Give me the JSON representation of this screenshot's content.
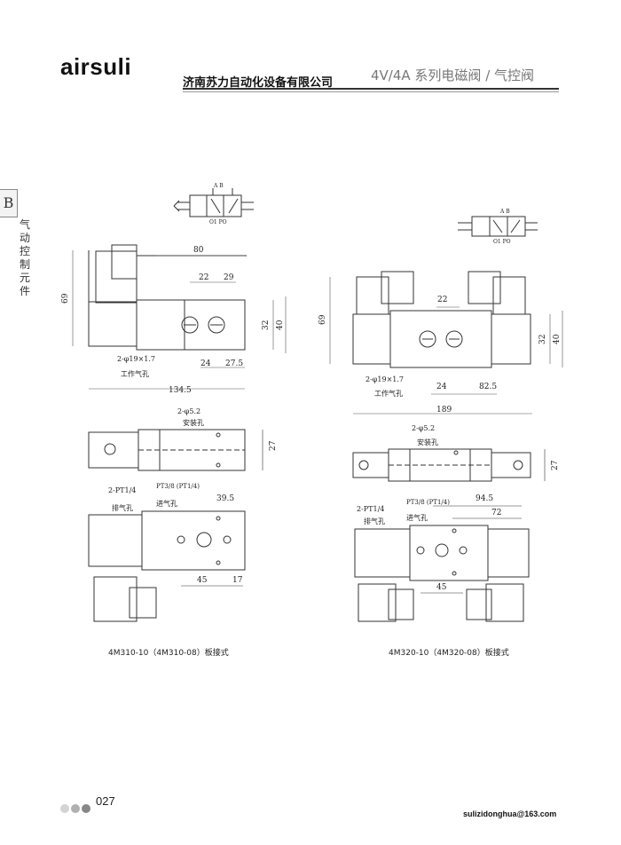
{
  "header": {
    "brand": "airsuli",
    "company": "济南苏力自动化设备有限公司",
    "series": "4V/4A 系列电磁阀 / 气控阀"
  },
  "sidebar": {
    "letter": "B",
    "category": "气动控制元件"
  },
  "left_drawing": {
    "symbol_ports": "A B",
    "symbol_exhaust": "O1 PO",
    "dims": {
      "width": "80",
      "height": "69",
      "pitch_a": "22",
      "pitch_b": "29",
      "h32": "32",
      "h40": "40",
      "hole_spec": "2-φ19×1.7",
      "port_label": "工作气孔",
      "d24": "24",
      "d27_5": "27.5",
      "total": "134.5",
      "mount_hole": "2-φ5.2",
      "mount_label": "安装孔",
      "depth": "27",
      "exhaust_port": "2-PT1/4",
      "exhaust_label": "排气孔",
      "inlet_port": "PT3/8 (PT1/4)",
      "inlet_label": "进气孔",
      "d39_5": "39.5",
      "d45": "45",
      "d17": "17"
    },
    "caption": "4M310-10（4M310-08）板接式"
  },
  "right_drawing": {
    "symbol_ports": "A B",
    "symbol_exhaust": "O1 PO",
    "dims": {
      "height": "69",
      "pitch_a": "22",
      "h32": "32",
      "h40": "40",
      "hole_spec": "2-φ19×1.7",
      "port_label": "工作气孔",
      "d24": "24",
      "d82_5": "82.5",
      "total": "189",
      "mount_hole": "2-φ5.2",
      "mount_label": "安装孔",
      "depth": "27",
      "d94_5": "94.5",
      "d72": "72",
      "exhaust_port": "2-PT1/4",
      "exhaust_label": "排气孔",
      "inlet_port": "PT3/8 (PT1/4)",
      "inlet_label": "进气孔",
      "d45": "45"
    },
    "caption": "4M320-10（4M320-08）板接式"
  },
  "footer": {
    "page": "027",
    "email": "sulizidonghua@163.com",
    "dot_colors": [
      "#d4d4d4",
      "#b0b0b0",
      "#888888"
    ]
  }
}
